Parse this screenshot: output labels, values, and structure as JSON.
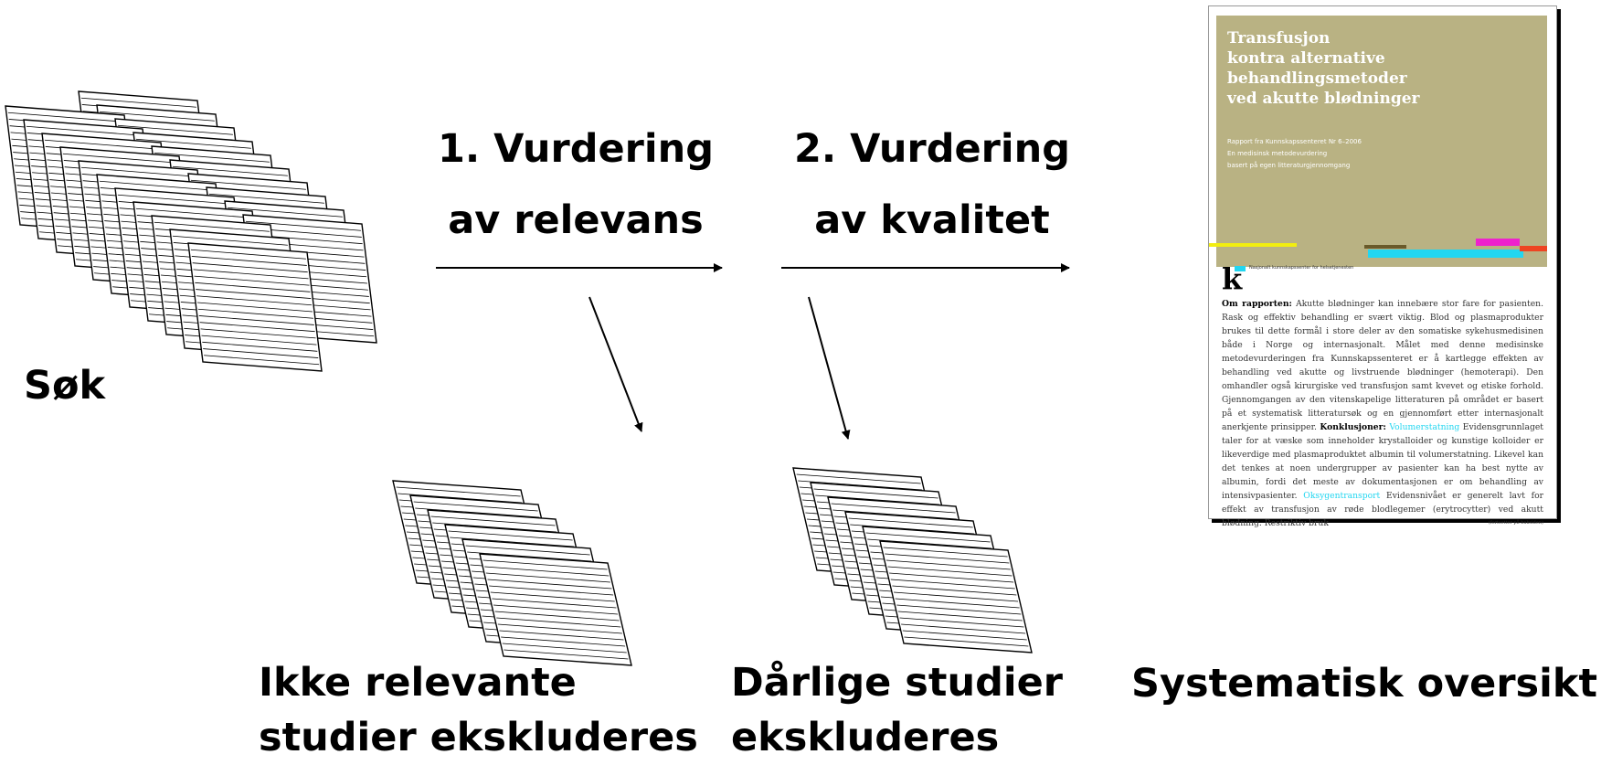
{
  "labels": {
    "search": "Søk",
    "step1_line1": "1. Vurdering",
    "step1_line2": "av relevans",
    "step2_line1": "2. Vurdering",
    "step2_line2": "av kvalitet",
    "excluded1_line1": "Ikke relevante",
    "excluded1_line2": "studier ekskluderes",
    "excluded2_line1": "Dårlige studier",
    "excluded2_line2": "ekskluderes",
    "result": "Systematisk oversikt"
  },
  "report": {
    "title": "Transfusjon\nkontra alternative\nbehandlingsmetoder\nved akutte blødninger",
    "subtitle": "Rapport fra Kunnskapssenteret  Nr 6–2006\nEn medisinsk metodevurdering\nbasert på egen litteraturgjennomgang",
    "org": "Nasjonalt kunnskapssenter for helsetjenesten",
    "logo": "k",
    "about_label": "Om rapporten:",
    "about_text": "Akutte blødninger kan innebære stor fare for pasienten. Rask og effektiv behandling er svært viktig. Blod og plasmaprodukter brukes til dette formål i store deler av den somatiske sykehusmedisinen både i Norge og internasjonalt. Målet med denne medisinske metodevurderingen fra Kunnskapssenteret er å kartlegge effekten av behandling ved akutte og livstruende blødninger (hemoterapi). Den omhandler også kirurgiske ved transfusjon samt kvevet og etiske forhold. Gjennomgangen av den vitenskapelige litteraturen på området er basert på et systematisk litteratursøk og en gjennomført etter internasjonalt anerkjente prinsipper.",
    "conclusions_label": "Konklusjoner:",
    "volume_label": "Volumerstatning",
    "volume_text": "Evidensgrunnlaget taler for at væske som inneholder krystalloider og kunstige kolloider er likeverdige med plasmaproduktet albumin til volumerstatning. Likevel kan det tenkes at noen undergrupper av pasienter kan ha best nytte av albumin, fordi det meste av dokumentasjonen er om behandling av intensivpasienter.",
    "oxygen_label": "Oksygentransport",
    "oxygen_text": "Evidensnivået er generelt lavt for effekt av transfusjon av røde blodlegemer (erytrocytter) ved akutt blødning. Restriktiv bruk",
    "continued": "(fortsetter på baksiden)",
    "colors": {
      "cover": "#b9b283",
      "accent_cyan": "#22d6f0",
      "accent_yellow": "#f2ee10",
      "accent_magenta": "#ee22cc",
      "accent_red": "#ee4422",
      "accent_brown": "#6a5a2a"
    }
  }
}
